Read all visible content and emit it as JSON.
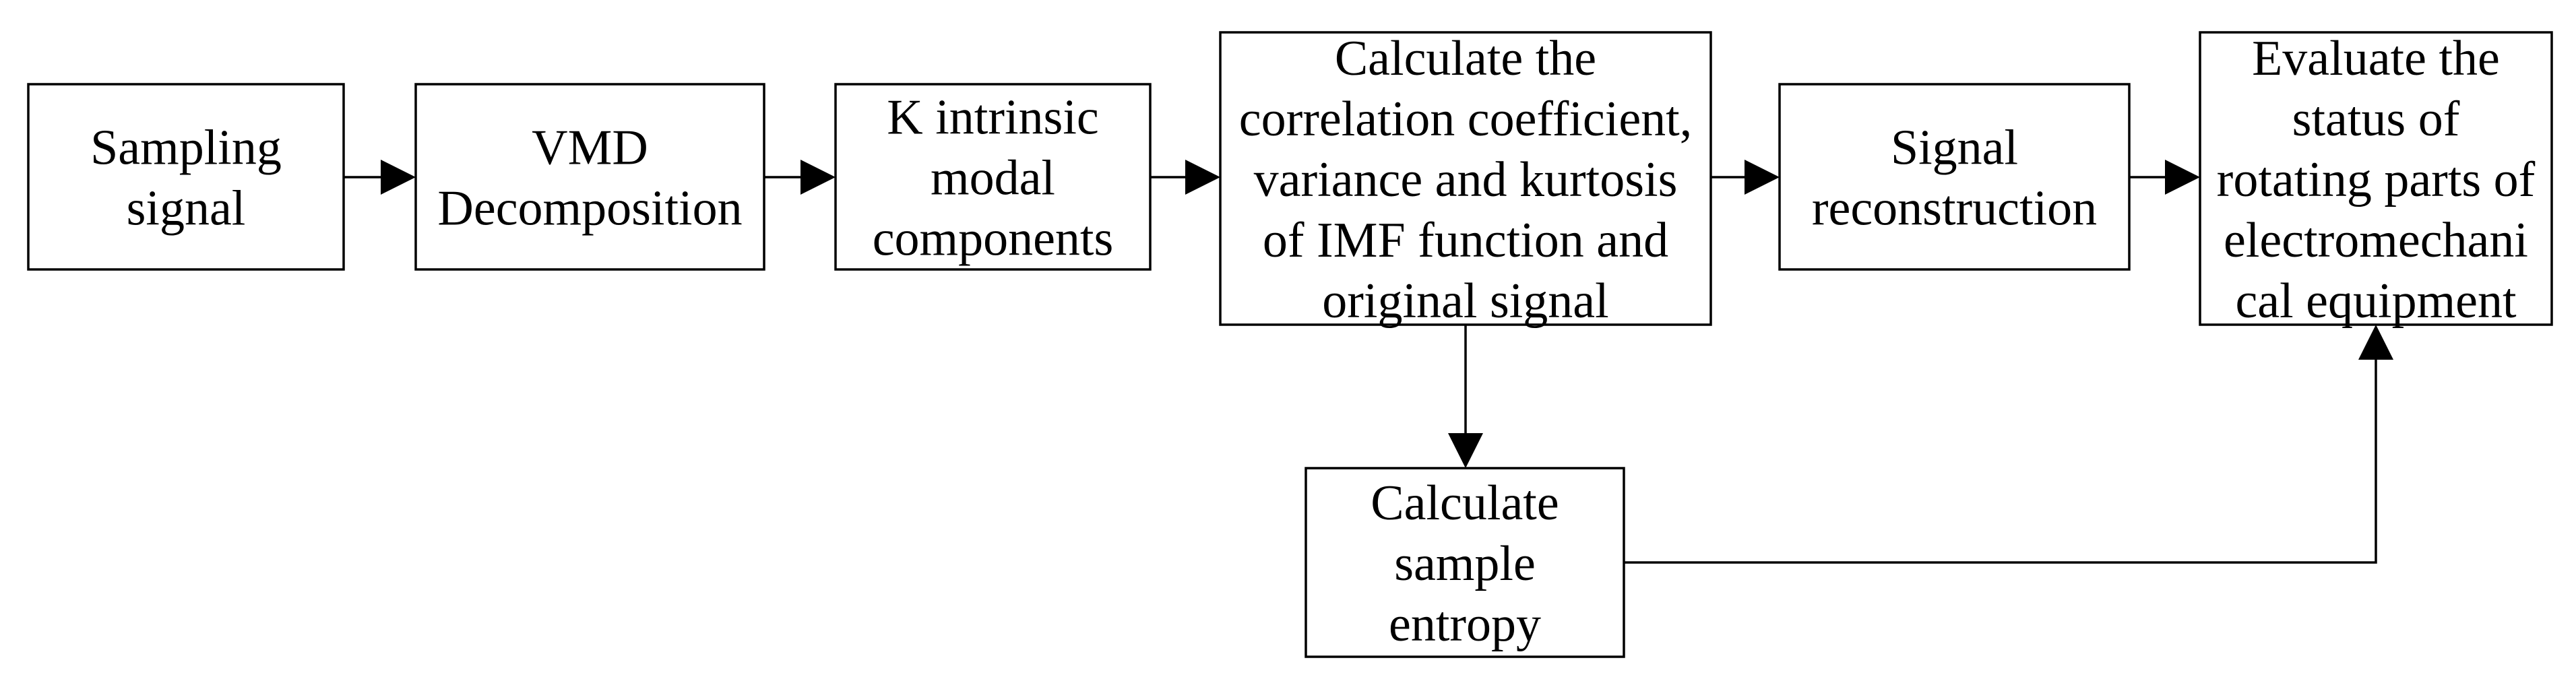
{
  "diagram": {
    "nodes": [
      {
        "id": "sampling",
        "lines": [
          "Sampling",
          "signal"
        ]
      },
      {
        "id": "vmd",
        "lines": [
          "VMD",
          "Decomposition"
        ]
      },
      {
        "id": "imf",
        "lines": [
          "K intrinsic",
          "modal",
          "components"
        ]
      },
      {
        "id": "calc",
        "lines": [
          "Calculate the",
          "correlation coefficient,",
          "variance and kurtosis",
          "of IMF function and",
          "original signal"
        ]
      },
      {
        "id": "recon",
        "lines": [
          "Signal",
          "reconstruction"
        ]
      },
      {
        "id": "evaluate",
        "lines": [
          "Evaluate the",
          "status of",
          "rotating parts of",
          "electromechani",
          "cal equipment"
        ]
      },
      {
        "id": "entropy",
        "lines": [
          "Calculate",
          "sample",
          "entropy"
        ]
      }
    ],
    "edges": [
      {
        "from": "sampling",
        "to": "vmd"
      },
      {
        "from": "vmd",
        "to": "imf"
      },
      {
        "from": "imf",
        "to": "calc"
      },
      {
        "from": "calc",
        "to": "recon"
      },
      {
        "from": "recon",
        "to": "evaluate"
      },
      {
        "from": "calc",
        "to": "entropy"
      },
      {
        "from": "entropy",
        "to": "evaluate"
      }
    ]
  }
}
